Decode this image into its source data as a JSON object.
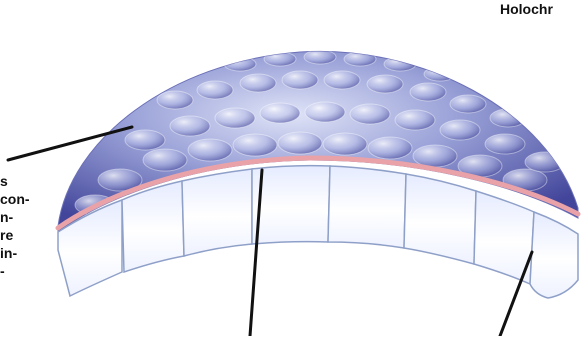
{
  "diagram": {
    "top_right_label": "Holochr",
    "left_label_lines": [
      "s",
      "con-",
      "n-",
      "re",
      "in-",
      "-"
    ],
    "colors": {
      "dome_light": "#cfd6f2",
      "dome_mid": "#8f97d2",
      "dome_dark": "#3d3f94",
      "pink_layer": "#e9a2a8",
      "cell_fill": "#f4f7ff",
      "cell_edge": "#8fa0c8",
      "pointer": "#111111"
    }
  }
}
